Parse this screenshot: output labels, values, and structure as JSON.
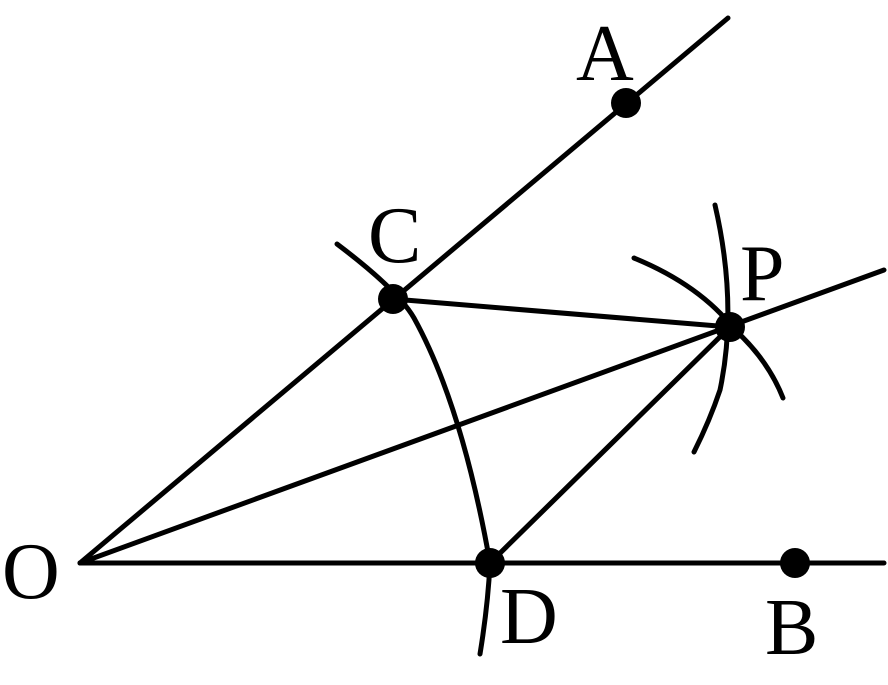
{
  "labels": {
    "A": "A",
    "B": "B",
    "C": "C",
    "D": "D",
    "O": "O",
    "P": "P"
  },
  "colors": {
    "stroke": "#000000",
    "background": "#ffffff"
  }
}
